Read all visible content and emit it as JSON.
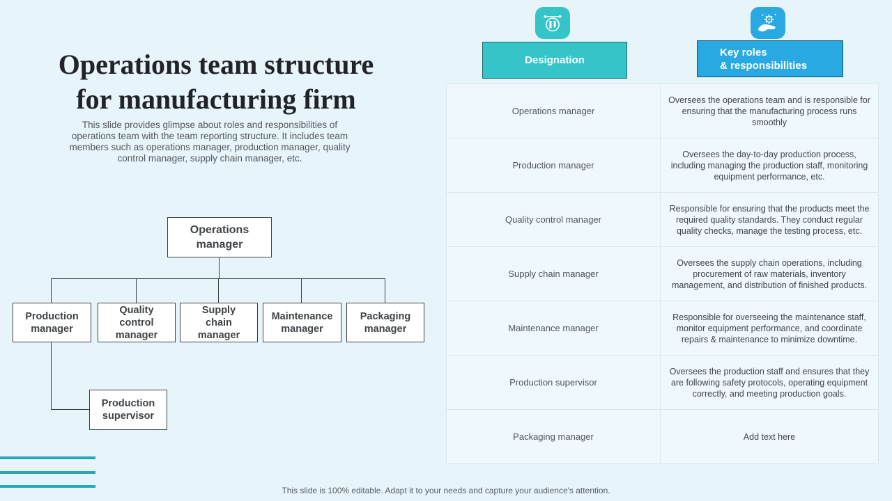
{
  "slide": {
    "title": "Operations team structure\nfor manufacturing firm",
    "subtitle": "This slide provides glimpse about roles and responsibilities of operations team with the team reporting structure. It includes team members such as operations manager, production manager, quality control manager, supply chain manager, etc.",
    "footer": "This slide is 100% editable. Adapt it to your needs and capture your audience's attention."
  },
  "org_chart": {
    "root": "Operations\nmanager",
    "children": [
      "Production\nmanager",
      "Quality\ncontrol\nmanager",
      "Supply\nchain\nmanager",
      "Maintenance\nmanager",
      "Packaging\nmanager"
    ],
    "subordinate": "Production\nsupervisor"
  },
  "table": {
    "header_designation": "Designation",
    "header_roles": "Key roles\n& responsibilities",
    "icons": [
      "design-tool-icon",
      "hand-gear-icon"
    ],
    "rows": [
      {
        "designation": "Operations manager",
        "description": "Oversees the operations team and is responsible for ensuring that the manufacturing process runs smoothly"
      },
      {
        "designation": "Production manager",
        "description": "Oversees the day-to-day production process, including managing the production staff, monitoring equipment performance, etc."
      },
      {
        "designation": "Quality control manager",
        "description": "Responsible for ensuring that the products meet the required quality standards. They conduct regular quality checks, manage the testing process, etc."
      },
      {
        "designation": "Supply chain manager",
        "description": "Oversees the supply chain operations, including procurement of raw materials, inventory management, and distribution of finished products."
      },
      {
        "designation": "Maintenance manager",
        "description": "Responsible for overseeing the maintenance staff, monitor equipment performance, and coordinate repairs & maintenance to minimize downtime."
      },
      {
        "designation": "Production supervisor",
        "description": "Oversees the production staff and ensures that they are following safety protocols, operating equipment correctly, and meeting production goals."
      },
      {
        "designation": "Packaging manager",
        "description": "Add text here"
      }
    ]
  },
  "colors": {
    "background": "#e7f4fa",
    "teal_accent": "#35c5c8",
    "blue_accent": "#29a9e1",
    "accent_bars": "#2ba6b4",
    "cell_background": "#eff8fc",
    "cell_border": "#d9e8f0"
  }
}
